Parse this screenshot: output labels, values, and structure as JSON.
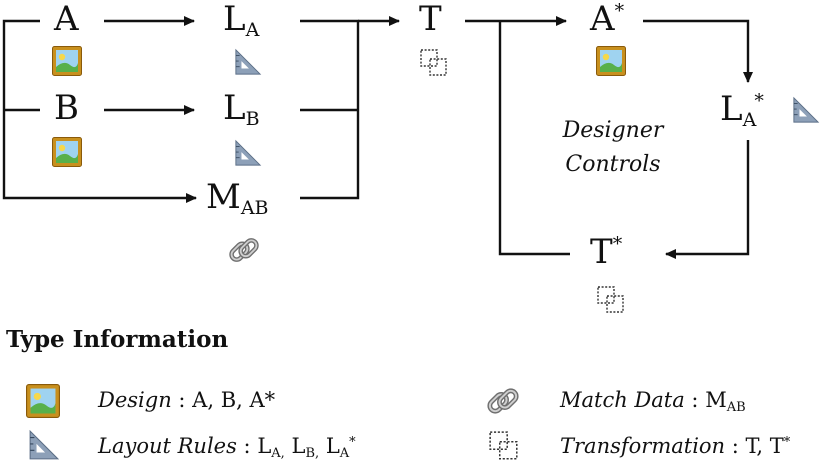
{
  "nodes": {
    "a": {
      "base": "A"
    },
    "la": {
      "base": "L",
      "sub": "A"
    },
    "b": {
      "base": "B"
    },
    "lb": {
      "base": "L",
      "sub": "B"
    },
    "mab": {
      "base": "M",
      "sub": "AB"
    },
    "t": {
      "base": "T"
    },
    "a_star": {
      "base": "A",
      "sup": "*"
    },
    "la_star": {
      "base": "L",
      "sub": "A",
      "sup": "*"
    },
    "t_star": {
      "base": "T",
      "sup": "*"
    }
  },
  "designer_note": {
    "line1": "Designer",
    "line2": "Controls"
  },
  "legend": {
    "title": "Type Information",
    "design": {
      "label": "Design",
      "sep": " : ",
      "values": "A, B, A*"
    },
    "match": {
      "label": "Match Data",
      "sep": " : ",
      "value_base": "M",
      "value_sub": "AB"
    },
    "layout": {
      "label": "Layout Rules",
      "sep": " : ",
      "v1": "L",
      "v1_sub": "A,",
      "v2": "L",
      "v2_sub": "B,",
      "v3": "L",
      "v3_sub": "A",
      "v3_sup": "*"
    },
    "transform": {
      "label": "Transformation",
      "sep": " : ",
      "values": "T, T",
      "values_sup": "*"
    }
  },
  "colors": {
    "line": "#111111",
    "frame": "#c8901e",
    "sky": "#9fd3f0",
    "grass": "#58b04a",
    "sun": "#f6d84a",
    "ruler": "#8da0b8",
    "chain": "#9a9a9a"
  },
  "icons": [
    "picture-icon",
    "ruler-icon",
    "chain-link-icon",
    "overlap-squares-icon"
  ]
}
